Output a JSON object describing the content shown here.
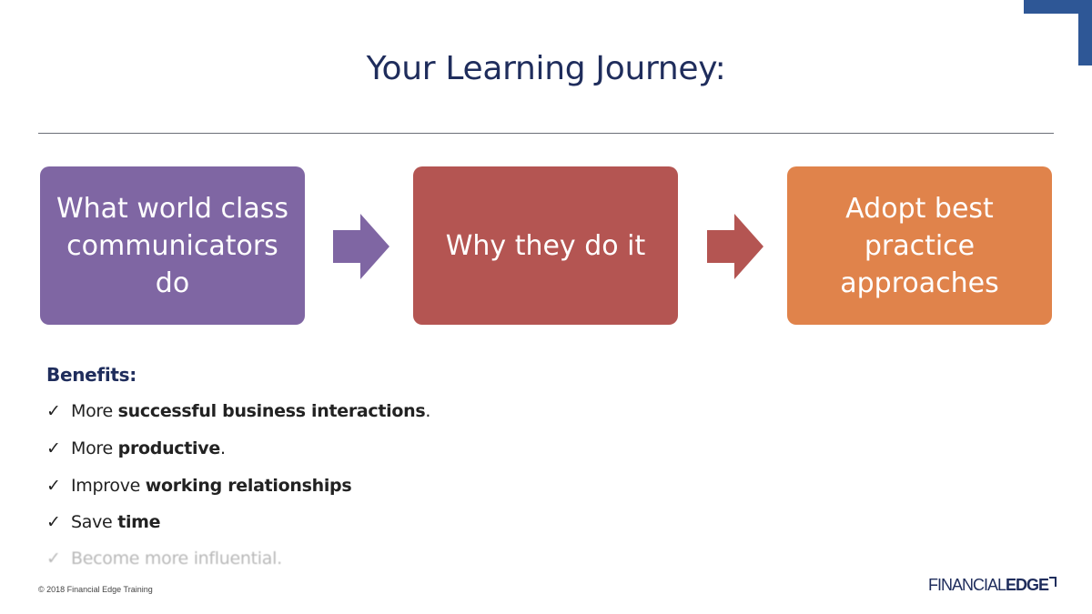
{
  "slide": {
    "title": "Your Learning Journey:",
    "steps": [
      {
        "lines": [
          "What world class",
          "communicators",
          "do"
        ],
        "color": "#7f66a3"
      },
      {
        "lines": [
          "Why they do it"
        ],
        "color": "#b45552"
      },
      {
        "lines": [
          "Adopt best",
          "practice",
          "approaches"
        ],
        "color": "#e0834b"
      }
    ],
    "arrow_colors": [
      "#7f66a3",
      "#b45552"
    ],
    "benefits": {
      "title": "Benefits:",
      "check": "✓",
      "items": [
        {
          "pre": "More ",
          "bold": "successful business interactions",
          "post": "."
        },
        {
          "pre": "More ",
          "bold": "productive",
          "post": "."
        },
        {
          "pre": "Improve ",
          "bold": "working relationships",
          "post": ""
        },
        {
          "pre": "Save ",
          "bold": "time",
          "post": ""
        },
        {
          "pre": "Become more influential.",
          "bold": "",
          "post": ""
        }
      ]
    },
    "footer": {
      "copyright": "© 2018 Financial Edge Training",
      "logo_light": "FINANCIAL",
      "logo_bold": "EDGE"
    },
    "accent_color": "#1f2d5c",
    "corner_color": "#2e5796"
  }
}
